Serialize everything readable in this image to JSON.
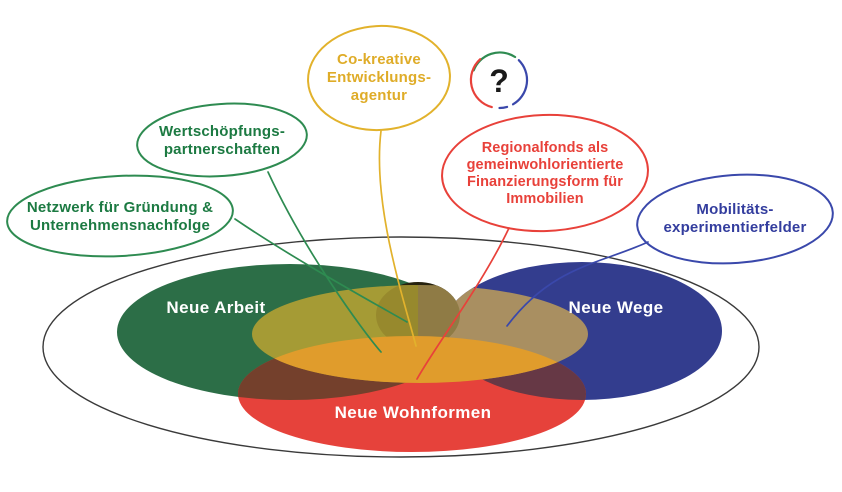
{
  "colors": {
    "green_ellipse": "#2C6E47",
    "blue_ellipse": "#333D8E",
    "red_ellipse": "#E6423B",
    "yellow_overlap_green": "#A59B35",
    "yellow_overlap_blue": "#A98F61",
    "yellow_overlap_red": "#E09C2C",
    "center_dark": "#26220F",
    "center_dark_on_green": "#97892D",
    "center_dark_on_blue": "#8F7B45",
    "red_green_dark": "#74402C",
    "red_blue_dark": "#663845",
    "bubble_yellow": "#E2B22C",
    "bubble_yellow_text": "#DFAC28",
    "bubble_green_stroke": "#2E8B51",
    "bubble_green_text": "#1C7A42",
    "bubble_red": "#E8413A",
    "bubble_blue_stroke": "#3A48AB",
    "bubble_blue_text": "#333D9E",
    "outline": "#3A3A3A"
  },
  "venn": {
    "green_label": "Neue Arbeit",
    "blue_label": "Neue Wege",
    "red_label": "Neue Wohnformen"
  },
  "bubbles": {
    "cokreativ": {
      "lines": [
        "Co-kreative",
        "Entwicklungs-",
        "agentur"
      ]
    },
    "question": {
      "label": "?"
    },
    "wertschoepfung": {
      "lines": [
        "Wertschöpfungs-",
        "partnerschaften"
      ]
    },
    "netzwerk": {
      "lines": [
        "Netzwerk für Gründung &",
        "Unternehmensnachfolge"
      ]
    },
    "regionalfonds": {
      "lines": [
        "Regionalfonds als",
        "gemeinwohlorientierte",
        "Finanzierungsform für",
        "Immobilien"
      ]
    },
    "mobilitaet": {
      "lines": [
        "Mobilitäts-",
        "experimentierfelder"
      ]
    }
  }
}
